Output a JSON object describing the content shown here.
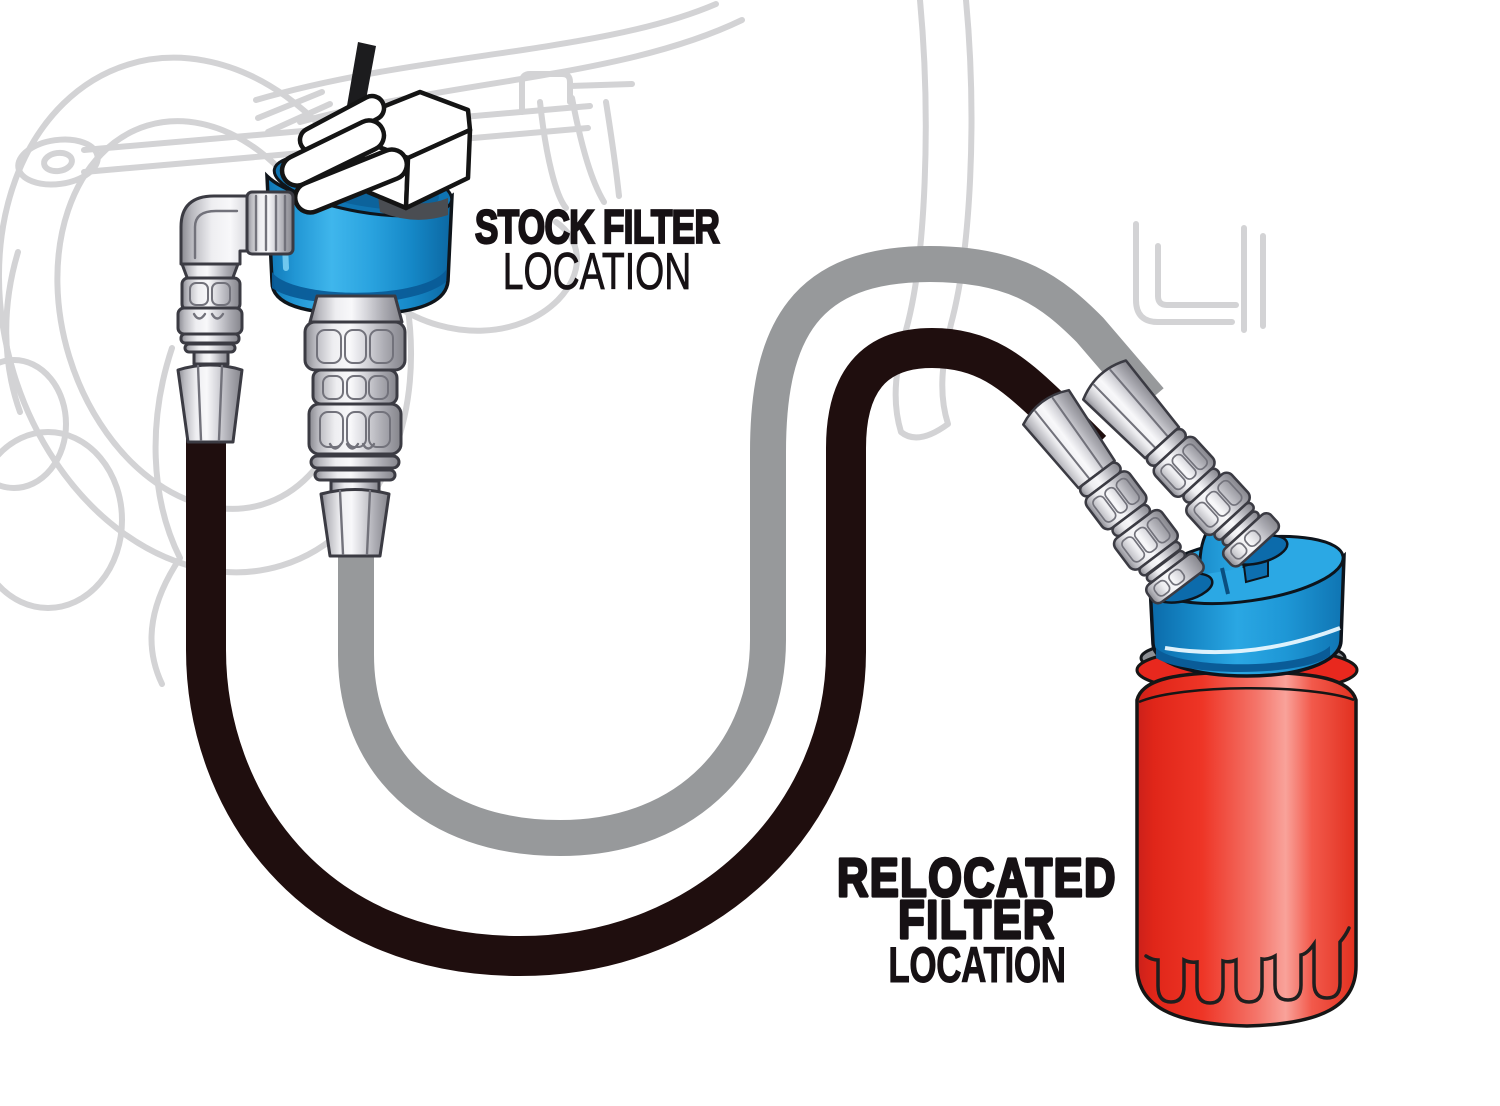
{
  "labels": {
    "stock_filter_line1": "STOCK FILTER",
    "stock_filter_line2": "LOCATION",
    "relocated_filter_line1": "RELOCATED",
    "relocated_filter_line2": "FILTER",
    "relocated_filter_line3": "LOCATION"
  },
  "parts": [
    {
      "id": "stock-filter-adapter",
      "description": "blue adapter at stock oil filter location"
    },
    {
      "id": "stock-elbow-fitting",
      "description": "silver 90-degree hose fitting on left of stock adapter"
    },
    {
      "id": "stock-bottom-fitting",
      "description": "silver straight hose fitting below stock adapter"
    },
    {
      "id": "black-hose",
      "description": "dark oil hose looping from stock adapter to relocated filter head"
    },
    {
      "id": "gray-hose",
      "description": "gray oil hose looping from stock adapter to relocated filter head"
    },
    {
      "id": "relocated-filter-cap",
      "description": "blue relocation filter head with two angled fittings"
    },
    {
      "id": "relocated-oil-filter",
      "description": "red spin-on oil filter with fluted base"
    },
    {
      "id": "engine-outline",
      "description": "faded engine bay line art background"
    }
  ],
  "colors": {
    "hose_dark": "#1F0E0E",
    "hose_gray": "#97999B",
    "adapter_blue": "#2196D4",
    "adapter_blue_light": "#3FB6EC",
    "adapter_blue_dark": "#0C67A2",
    "filter_red": "#EE3526",
    "filter_red_highlight": "#F9A29A",
    "filter_ring_red": "#E8281E",
    "gasket_gray": "#8D9095",
    "metal_light": "#F8F8FA",
    "metal_dark": "#84848B",
    "outline_dark": "#1A1A1C",
    "background_line_gray": "#D3D3D5",
    "label_text": "#161114"
  }
}
